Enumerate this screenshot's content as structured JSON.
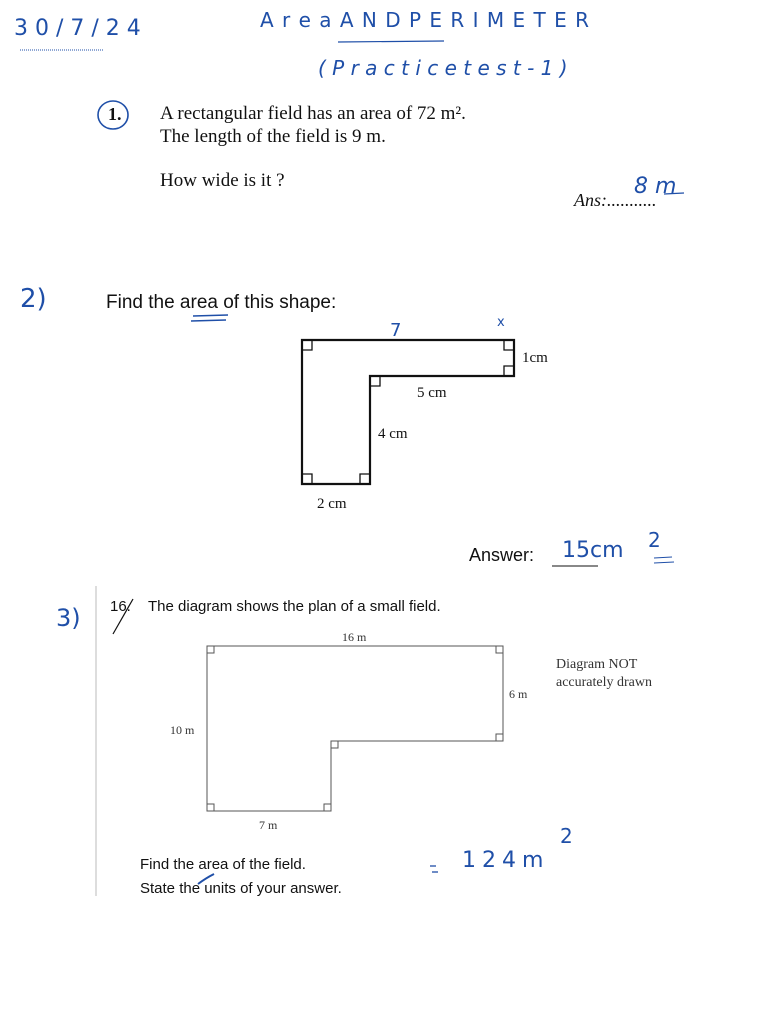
{
  "header": {
    "date": "3 0 / 7 / 2 4",
    "title": "A r e a   A N D   P E R I M E T E R",
    "subtitle": "( P r a c t i c e   t e s t - 1 )"
  },
  "q1": {
    "marker": "1.",
    "line1": "A rectangular field has an area of  72 m².",
    "line2": "The length of the field is  9 m.",
    "question": "How wide is it ?",
    "answer_prefix": "Ans:...........",
    "answer_value": "8 m"
  },
  "q2": {
    "marker": "2)",
    "prompt": "Find the area of this shape:",
    "labels": {
      "dim_1cm": "1cm",
      "dim_5cm": "5 cm",
      "dim_4cm": "4 cm",
      "dim_2cm": "2 cm",
      "top_annot": "7",
      "x_annot": "x"
    },
    "answer_label": "Answer:",
    "answer_value": "15cm",
    "answer_exp": "2"
  },
  "q3": {
    "marker": "3)",
    "number": "16.",
    "prompt": "The diagram shows the plan of a small field.",
    "labels": {
      "top": "16 m",
      "right": "6 m",
      "left": "10 m",
      "bottom": "7 m"
    },
    "note_line1": "Diagram NOT",
    "note_line2": "accurately drawn",
    "task1": "Find the area of the field.",
    "task2": "State the units of your answer.",
    "answer_value": "124m",
    "answer_exp": "2"
  }
}
